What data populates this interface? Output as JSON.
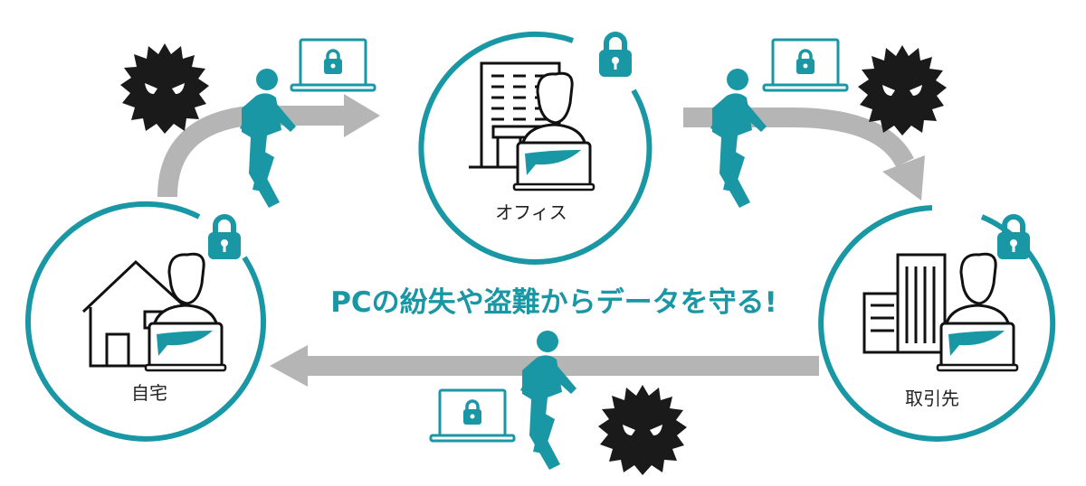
{
  "title": "PCの紛失や盗難からデータを守る!",
  "locations": {
    "home": "自宅",
    "office": "オフィス",
    "client": "取引先"
  },
  "colors": {
    "accent": "#1a97a5",
    "arrow": "#b5b5b5",
    "virus": "#1a1a1a"
  },
  "icons": [
    "lock-icon",
    "laptop-lock-icon",
    "walking-person-icon",
    "virus-icon",
    "house-icon",
    "office-building-icon",
    "city-buildings-icon",
    "worker-laptop-icon"
  ]
}
